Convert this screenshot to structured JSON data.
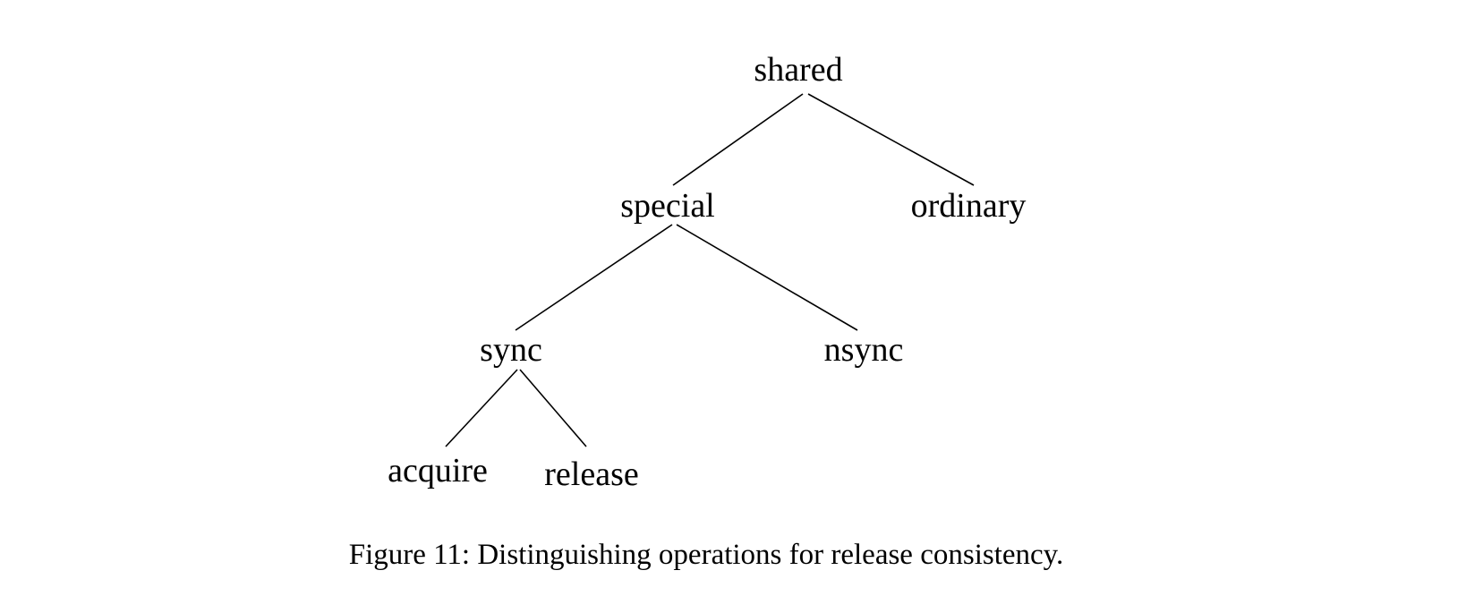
{
  "nodes": {
    "shared": "shared",
    "special": "special",
    "ordinary": "ordinary",
    "sync": "sync",
    "nsync": "nsync",
    "acquire": "acquire",
    "release": "release"
  },
  "caption": "Figure 11: Distinguishing operations for release consistency."
}
